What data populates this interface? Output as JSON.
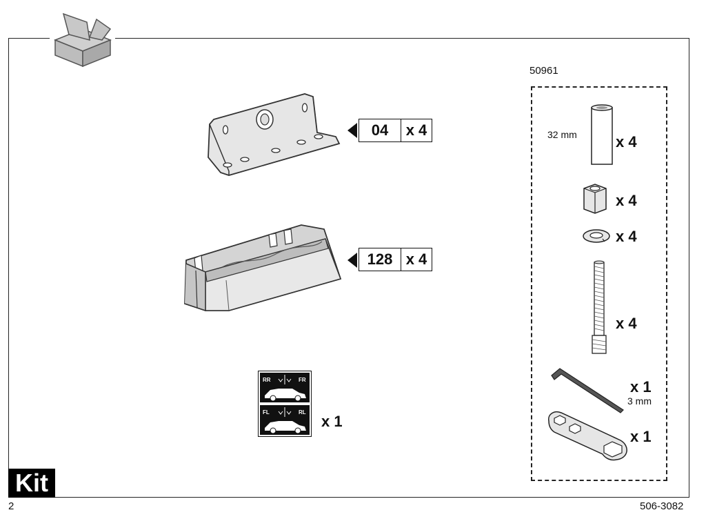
{
  "kit_number": "50961",
  "parts": [
    {
      "id": "04",
      "qty": "x 4"
    },
    {
      "id": "128",
      "qty": "x 4"
    }
  ],
  "sticker_qty": "x 1",
  "sticker_labels": [
    "RR",
    "FR",
    "FL",
    "RL"
  ],
  "kit_items": [
    {
      "qty": "x 4",
      "label": "32 mm"
    },
    {
      "qty": "x 4"
    },
    {
      "qty": "x 4"
    },
    {
      "qty": "x 4"
    },
    {
      "qty": "x 1",
      "label": "3 mm"
    },
    {
      "qty": "x 1"
    }
  ],
  "footer": {
    "section_label": "Kit",
    "page_number": "2",
    "doc_code": "506-3082"
  }
}
